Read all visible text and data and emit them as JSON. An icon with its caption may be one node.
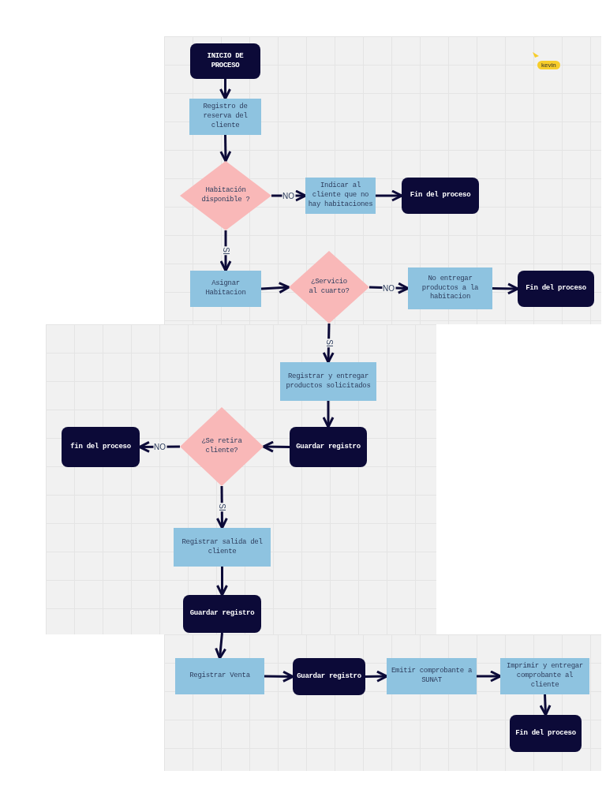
{
  "diagram": {
    "nodes": [
      {
        "text": [
          "INICIO DE PROCESO"
        ]
      },
      {
        "text": [
          "Registro de reserva del cliente"
        ]
      },
      {
        "text": [
          "Habitación disponible ?"
        ]
      },
      {
        "text": [
          "Indicar al cliente que no hay habitaciones"
        ]
      },
      {
        "text": [
          "Fin del proceso"
        ]
      },
      {
        "text": [
          "Asignar Habitacion"
        ]
      },
      {
        "text": [
          "¿Servicio al cuarto?"
        ]
      },
      {
        "text": [
          "No entregar productos a la habitacion"
        ]
      },
      {
        "text": [
          "Fin del proceso"
        ]
      },
      {
        "text": [
          "Registrar y entregar productos solicitados"
        ]
      },
      {
        "text": [
          "Guardar registro"
        ]
      },
      {
        "text": [
          "¿Se retira cliente?"
        ]
      },
      {
        "text": [
          "fin del proceso"
        ]
      },
      {
        "text": [
          "Registrar salida del cliente"
        ]
      },
      {
        "text": [
          "Guardar registro"
        ]
      },
      {
        "text": [
          "Registrar Venta"
        ]
      },
      {
        "text": [
          "Guardar registro"
        ]
      },
      {
        "text": [
          "Emitir comprobante a SUNAT"
        ]
      },
      {
        "text": [
          "Imprimir y entregar comprobante al cliente"
        ]
      },
      {
        "text": [
          "Fin del proceso"
        ]
      }
    ],
    "edges": [
      {
        "from": 0,
        "to": 1,
        "arrow": "to"
      },
      {
        "from": 1,
        "to": 2,
        "arrow": "to"
      },
      {
        "from": 2,
        "to": 3,
        "arrow": "to",
        "label": "NO"
      },
      {
        "from": 3,
        "to": 4,
        "arrow": "to"
      },
      {
        "from": 2,
        "to": 5,
        "arrow": "to",
        "label": "SI"
      },
      {
        "from": 5,
        "to": 6,
        "arrow": "to"
      },
      {
        "from": 6,
        "to": 7,
        "arrow": "to",
        "label": "NO"
      },
      {
        "from": 7,
        "to": 8,
        "arrow": "to"
      },
      {
        "from": 6,
        "to": 9,
        "arrow": "to",
        "label": "SI"
      },
      {
        "from": 9,
        "to": 10,
        "arrow": "to"
      },
      {
        "from": 10,
        "to": 11,
        "arrow": "to"
      },
      {
        "from": 11,
        "to": 12,
        "arrow": "to",
        "label": "NO"
      },
      {
        "from": 11,
        "to": 13,
        "arrow": "to",
        "label": "SI"
      },
      {
        "from": 13,
        "to": 14,
        "arrow": "to"
      },
      {
        "from": 14,
        "to": 15,
        "arrow": "to"
      },
      {
        "from": 15,
        "to": 16,
        "arrow": "to"
      },
      {
        "from": 16,
        "to": 17,
        "arrow": "to"
      },
      {
        "from": 17,
        "to": 18,
        "arrow": "to"
      },
      {
        "from": 18,
        "to": 19,
        "arrow": "to"
      }
    ],
    "labels": [
      "kevin"
    ]
  }
}
